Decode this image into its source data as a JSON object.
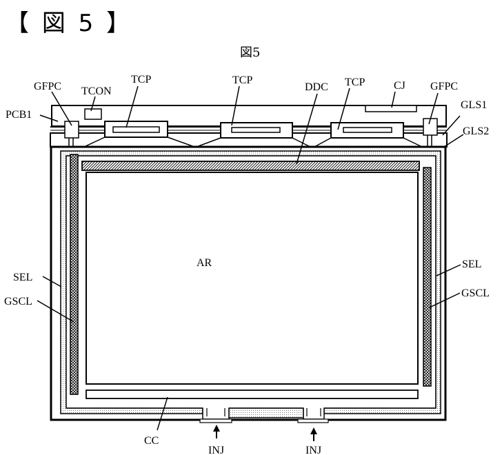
{
  "header": {
    "bracket_open": "【",
    "figure_word": "図",
    "figure_number": "5",
    "bracket_close": "】"
  },
  "caption": "図5",
  "labels": {
    "gfpc": "GFPC",
    "tcon": "TCON",
    "tcp": "TCP",
    "ddc": "DDC",
    "cj": "CJ",
    "pcb1": "PCB1",
    "gls1": "GLS1",
    "gls2": "GLS2",
    "sel": "SEL",
    "gscl": "GSCL",
    "ar": "AR",
    "cc": "CC",
    "inj": "INJ"
  },
  "colors": {
    "line": "#000000",
    "background": "#ffffff",
    "hatch": "#000000"
  }
}
